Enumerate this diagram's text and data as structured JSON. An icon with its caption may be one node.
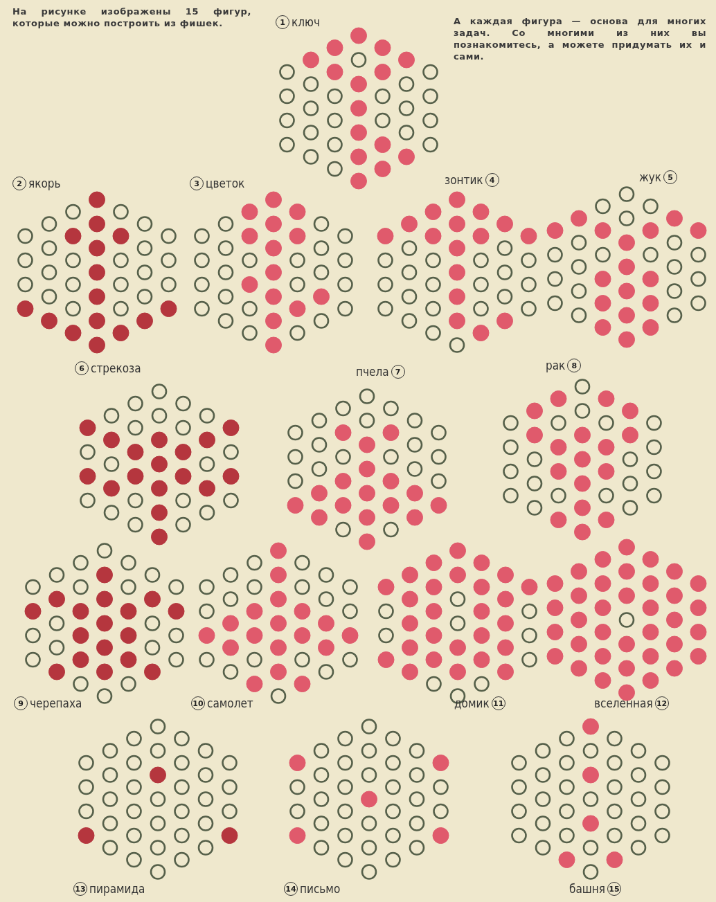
{
  "diagram": {
    "nodes": [
      {
        "text": [
          "1",
          "ключ"
        ]
      },
      {
        "text": [
          "2",
          "якорь"
        ]
      },
      {
        "text": [
          "3",
          "цветок"
        ]
      },
      {
        "text": [
          "зонтик",
          "4"
        ]
      },
      {
        "text": [
          "жук",
          "5"
        ]
      },
      {
        "text": [
          "6",
          "стрекоза"
        ]
      },
      {
        "text": [
          "пчела",
          "7"
        ]
      },
      {
        "text": [
          "рак",
          "8"
        ]
      },
      {
        "text": [
          "9",
          "черепаха"
        ]
      },
      {
        "text": [
          "10",
          "самолет"
        ]
      },
      {
        "text": [
          "домик",
          "11"
        ]
      },
      {
        "text": [
          "вселенная",
          "12"
        ]
      },
      {
        "text": [
          "13",
          "пирамида"
        ]
      },
      {
        "text": [
          "14",
          "письмо"
        ]
      },
      {
        "text": [
          "башня",
          "15"
        ]
      }
    ],
    "labels": [
      "На рисунке изображены 15 фигур, которые можно построить из фишек.",
      "А каждая фигура — основа для многих задач. Со многими из них вы познакомитесь, а можете придумать их и сами."
    ]
  }
}
